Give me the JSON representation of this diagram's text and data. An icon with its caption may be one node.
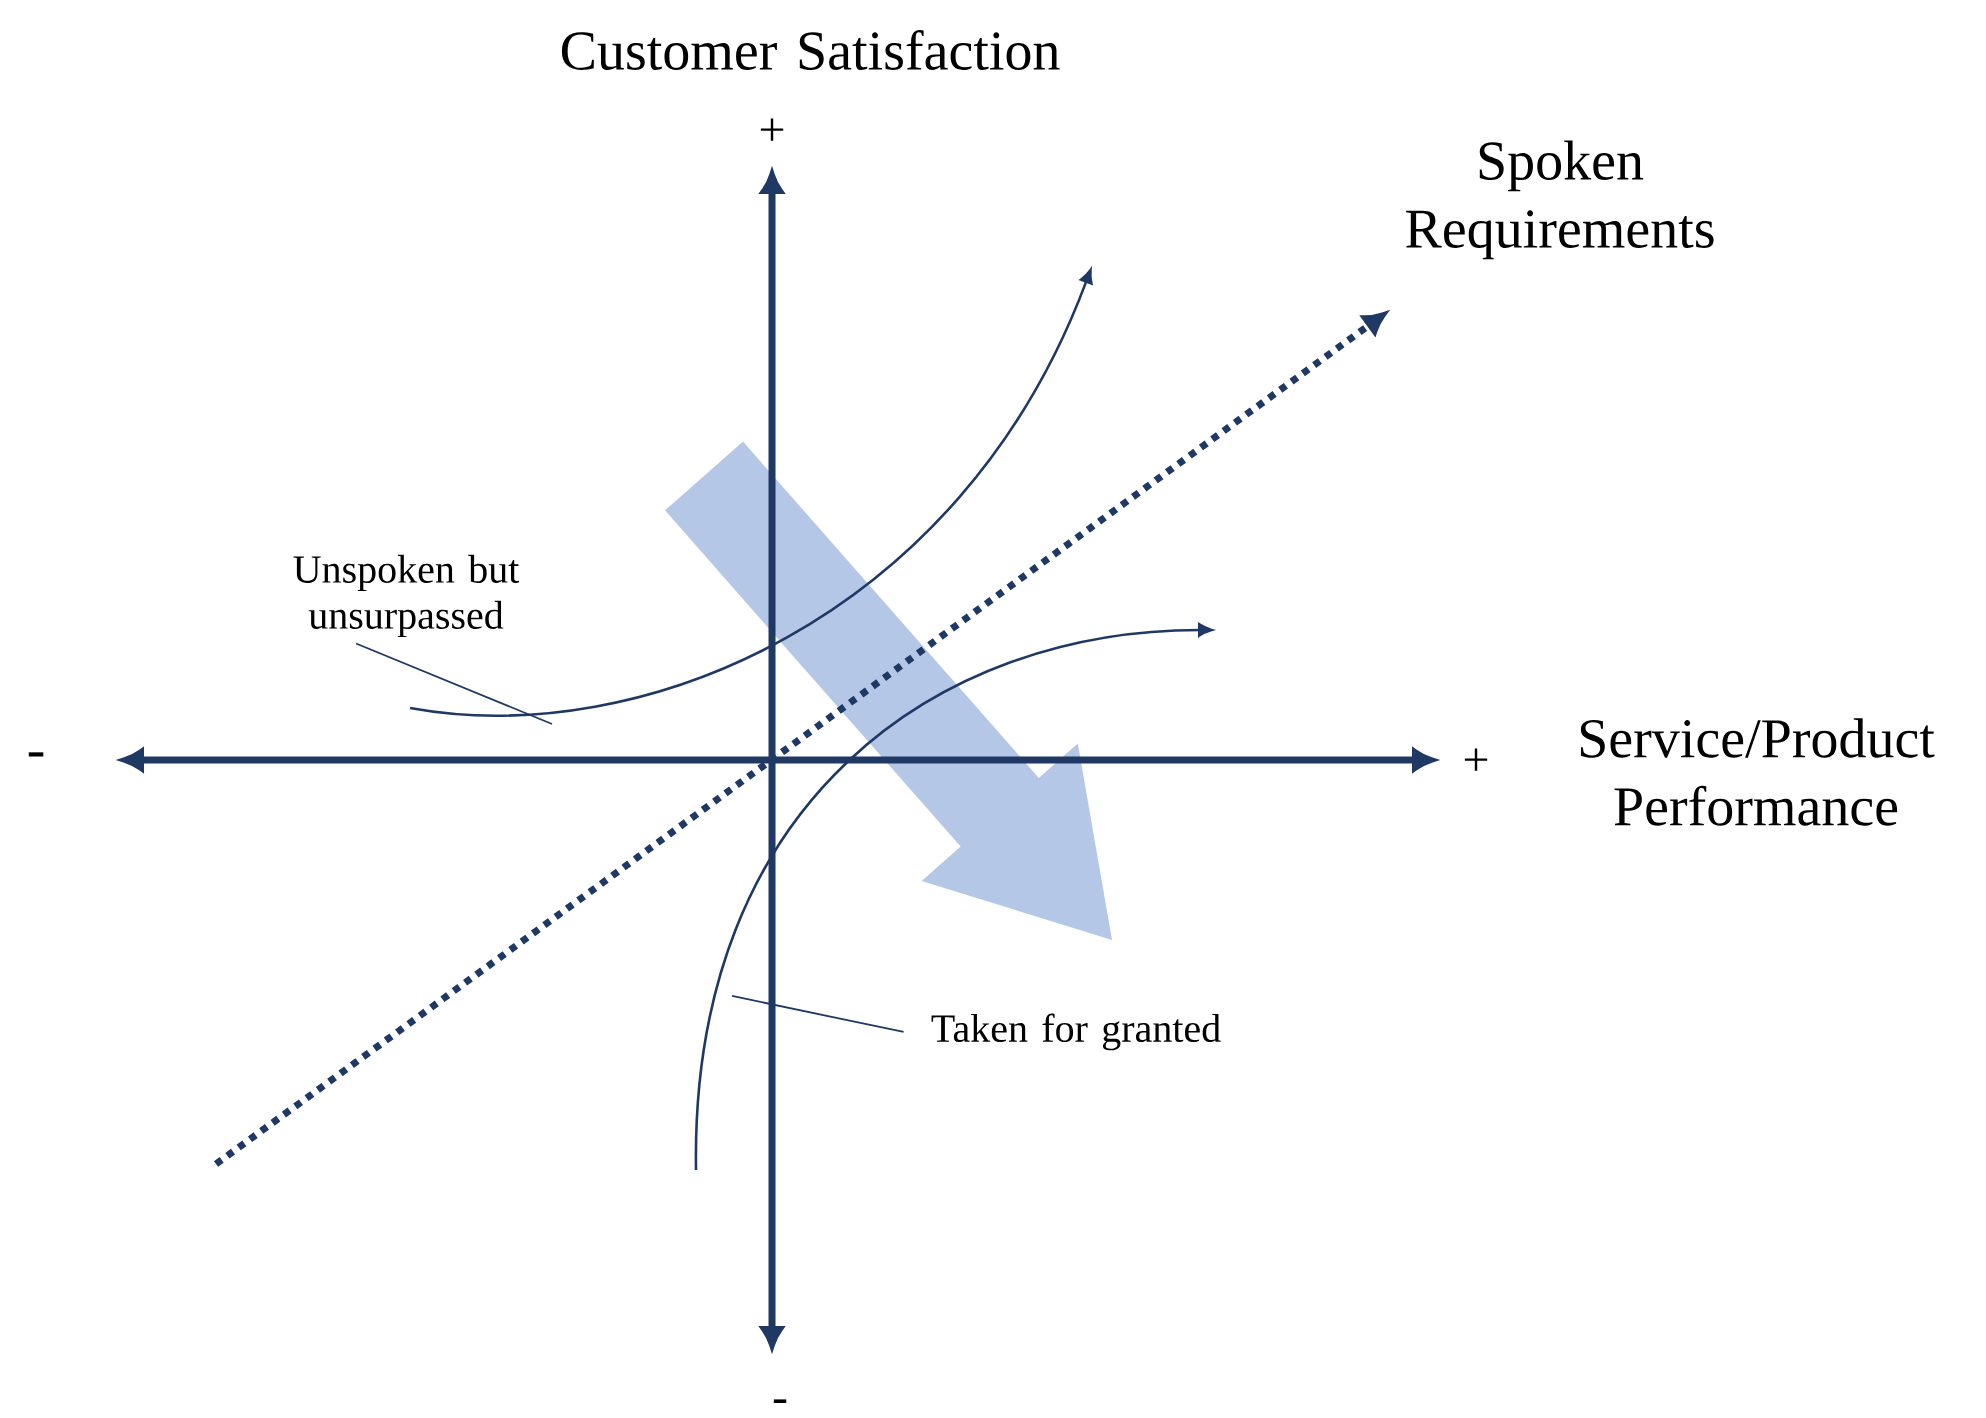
{
  "diagram": {
    "nodes": [
      {
        "text": [
          "Unspoken but unsurpassed"
        ]
      },
      {
        "text": [
          "Taken for granted"
        ]
      }
    ],
    "edges": [
      {
        "from": 0,
        "to": null,
        "arrow": "none"
      },
      {
        "from": 1,
        "to": null,
        "arrow": "none"
      }
    ],
    "labels": [
      "Customer Satisfaction",
      "+",
      "Spoken Requirements",
      "-",
      "+",
      "Service/Product Performance",
      "-"
    ]
  }
}
